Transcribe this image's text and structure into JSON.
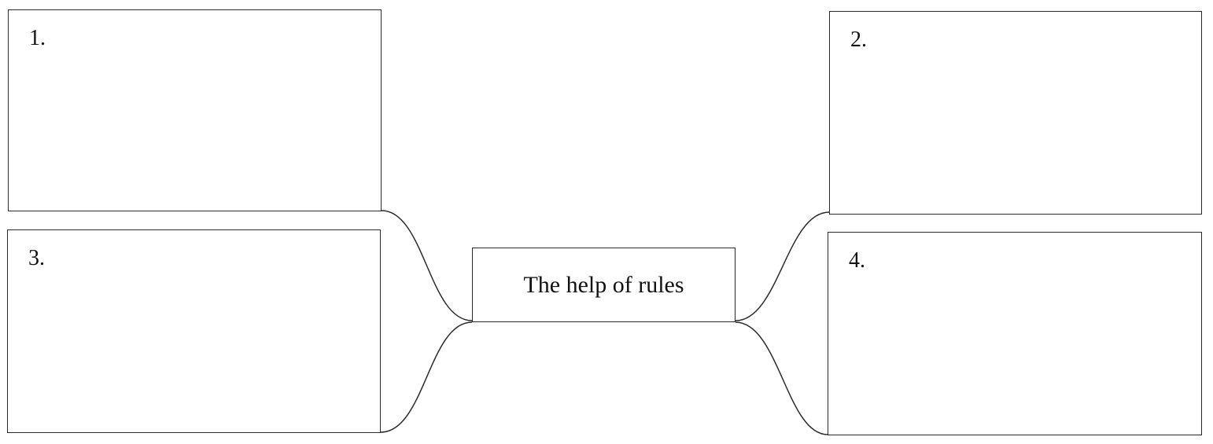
{
  "center": {
    "title": "The help of rules"
  },
  "boxes": [
    {
      "label": "1."
    },
    {
      "label": "2."
    },
    {
      "label": "3."
    },
    {
      "label": "4."
    }
  ],
  "colors": {
    "stroke": "#2a2a2a",
    "background": "#ffffff",
    "text": "#111111"
  }
}
